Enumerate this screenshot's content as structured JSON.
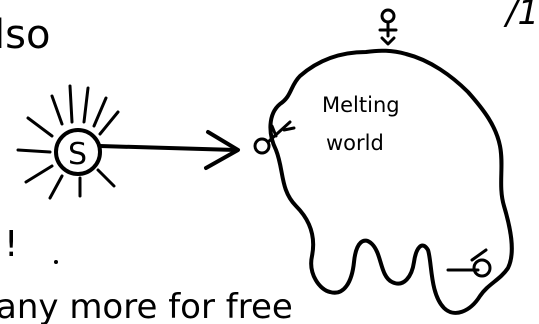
{
  "top_left_text": "lso",
  "top_right_mark": "/1",
  "sun_letter": "S",
  "world_label_line1": "Melting",
  "world_label_line2": "world",
  "exclamation": "!",
  "bottom_text": "any more for free",
  "ink_color": "#000000"
}
